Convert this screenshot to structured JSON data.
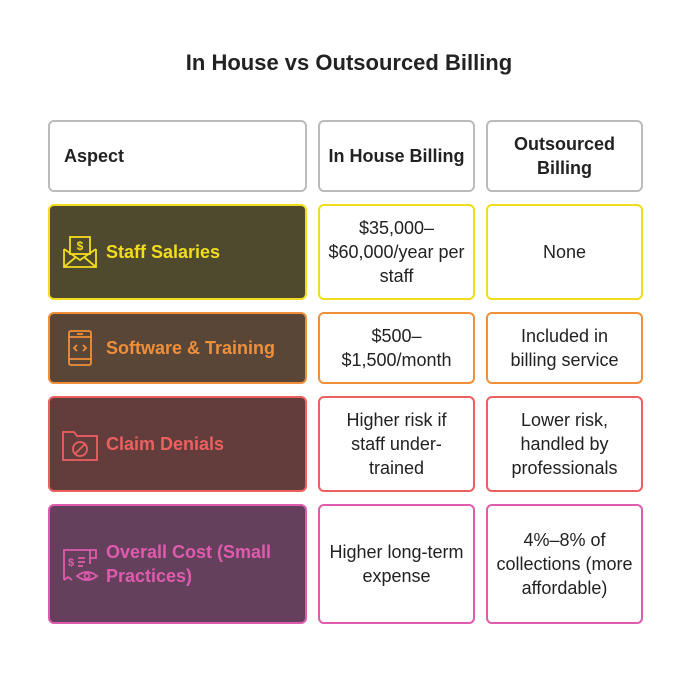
{
  "title": "In House vs Outsourced Billing",
  "headers": [
    "Aspect",
    "In House Billing",
    "Outsourced Billing"
  ],
  "rows": [
    {
      "aspect": "Staff Salaries",
      "icon": "salary-envelope-icon",
      "in_house": "$35,000–$60,000/year per staff",
      "outsourced": "None",
      "color": "#f2dc1e",
      "bg": "#4f4a2e"
    },
    {
      "aspect": "Software & Training",
      "icon": "mobile-code-icon",
      "in_house": "$500–$1,500/month",
      "outsourced": "Included in billing service",
      "color": "#ef8f3a",
      "bg": "#5a4637"
    },
    {
      "aspect": "Claim Denials",
      "icon": "folder-blocked-icon",
      "in_house": "Higher risk if staff under-trained",
      "outsourced": "Lower risk, handled by professionals",
      "color": "#ec6060",
      "bg": "#633c3c"
    },
    {
      "aspect": "Overall Cost (Small Practices)",
      "icon": "invoice-eye-icon",
      "in_house": "Higher long-term expense",
      "outsourced": "4%–8% of collections (more affordable)",
      "color": "#df5bad",
      "bg": "#64405c"
    }
  ]
}
